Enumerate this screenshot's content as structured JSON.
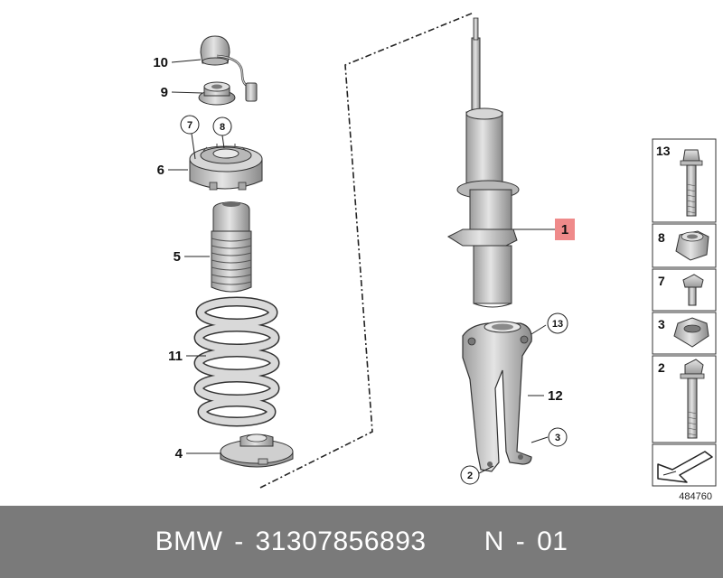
{
  "callouts": {
    "c1": "1",
    "c2": "2",
    "c3": "3",
    "c4": "4",
    "c5": "5",
    "c6": "6",
    "c7": "7",
    "c8": "8",
    "c9": "9",
    "c10": "10",
    "c11": "11",
    "c12": "12",
    "c13": "13"
  },
  "legend": {
    "items": [
      {
        "label": "13",
        "icon": "long-bolt-icon"
      },
      {
        "label": "8",
        "icon": "collar-nut-icon"
      },
      {
        "label": "7",
        "icon": "short-bolt-icon"
      },
      {
        "label": "3",
        "icon": "hex-nut-icon"
      },
      {
        "label": "2",
        "icon": "bolt-icon"
      }
    ],
    "direction_icon": "front-direction-arrow-icon"
  },
  "reference_number": "484760",
  "footer": {
    "text": "BMW - 31307856893     N - 01"
  },
  "colors": {
    "footer_bg": "#7a7a7a",
    "part_fill": "#c8c8c8",
    "part_dark": "#9a9a9a",
    "highlight": "#ef8a8a"
  }
}
